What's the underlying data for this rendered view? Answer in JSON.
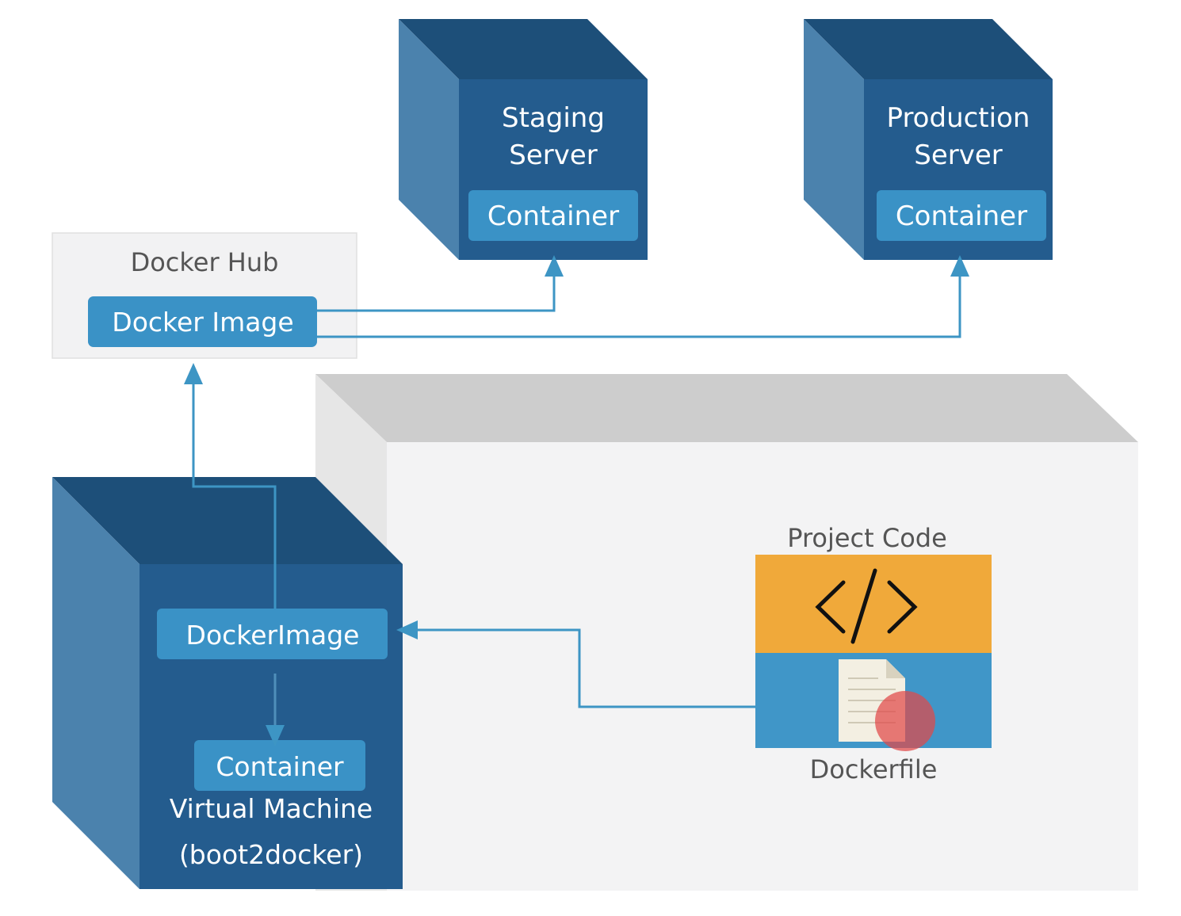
{
  "staging": {
    "title_line1": "Staging",
    "title_line2": "Server",
    "container": "Container"
  },
  "production": {
    "title_line1": "Production",
    "title_line2": "Server",
    "container": "Container"
  },
  "hub": {
    "title": "Docker Hub",
    "image": "Docker Image"
  },
  "vm": {
    "image": "DockerImage",
    "container": "Container",
    "title_line1": "Virtual Machine",
    "title_line2": "(boot2docker)"
  },
  "project": {
    "title": "Project Code",
    "dockerfile": "Dockerfile"
  },
  "colors": {
    "cube_front": "#245c8e",
    "cube_top": "#1d4f79",
    "cube_side": "#4b82ad",
    "pill": "#3a92c6",
    "arrow": "#3d95c4",
    "code_orange": "#f0a93a",
    "file_blue": "#4096c8",
    "cursor_red": "#e04848"
  }
}
